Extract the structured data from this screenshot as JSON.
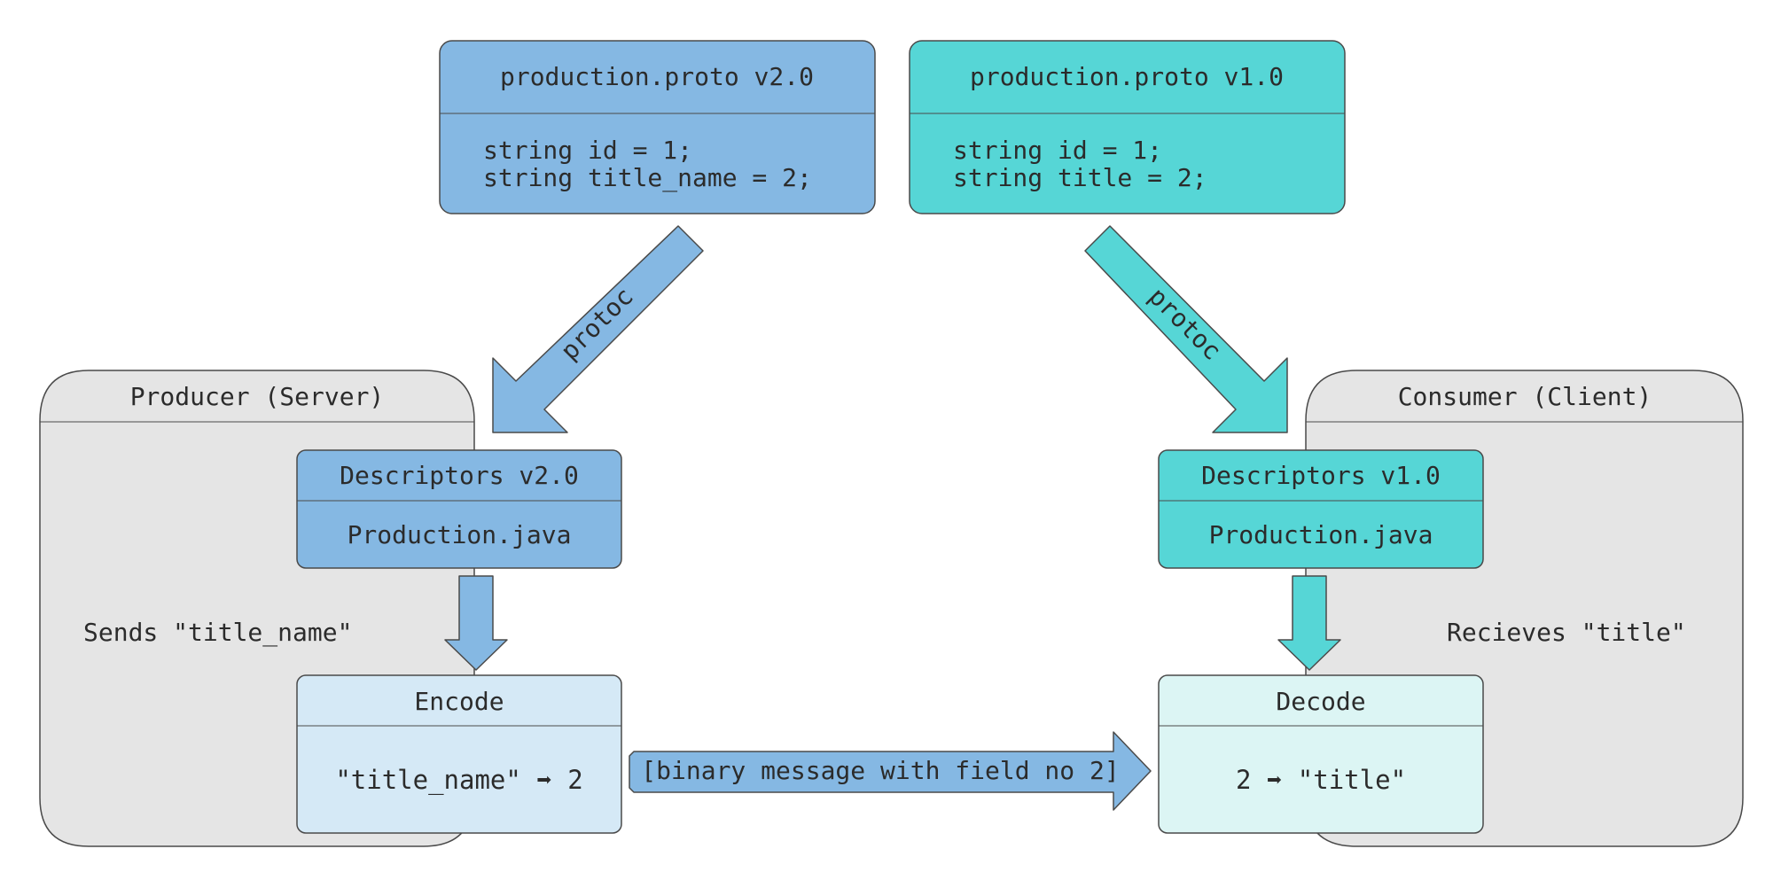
{
  "colors": {
    "blue": "#85b8e3",
    "teal": "#56d6d6",
    "light_blue": "#d5e9f6",
    "light_teal": "#dcf5f4",
    "gray": "#e5e5e5",
    "stroke": "#4a4a4a"
  },
  "proto_v2": {
    "title": "production.proto v2.0",
    "line1": "string id = 1;",
    "line2": "string title_name = 2;"
  },
  "proto_v1": {
    "title": "production.proto v1.0",
    "line1": "string id = 1;",
    "line2": "string title = 2;"
  },
  "arrows": {
    "protoc_left": "protoc",
    "protoc_right": "protoc",
    "binary_message": "[binary message with field no 2]"
  },
  "producer": {
    "title": "Producer (Server)",
    "descriptors_title": "Descriptors v2.0",
    "descriptors_class": "Production.java",
    "sends_label": "Sends \"title_name\"",
    "encode_title": "Encode",
    "encode_mapping": "\"title_name\" ➡ 2"
  },
  "consumer": {
    "title": "Consumer (Client)",
    "descriptors_title": "Descriptors v1.0",
    "descriptors_class": "Production.java",
    "receives_label": "Recieves \"title\"",
    "decode_title": "Decode",
    "decode_mapping": "2 ➡ \"title\""
  }
}
